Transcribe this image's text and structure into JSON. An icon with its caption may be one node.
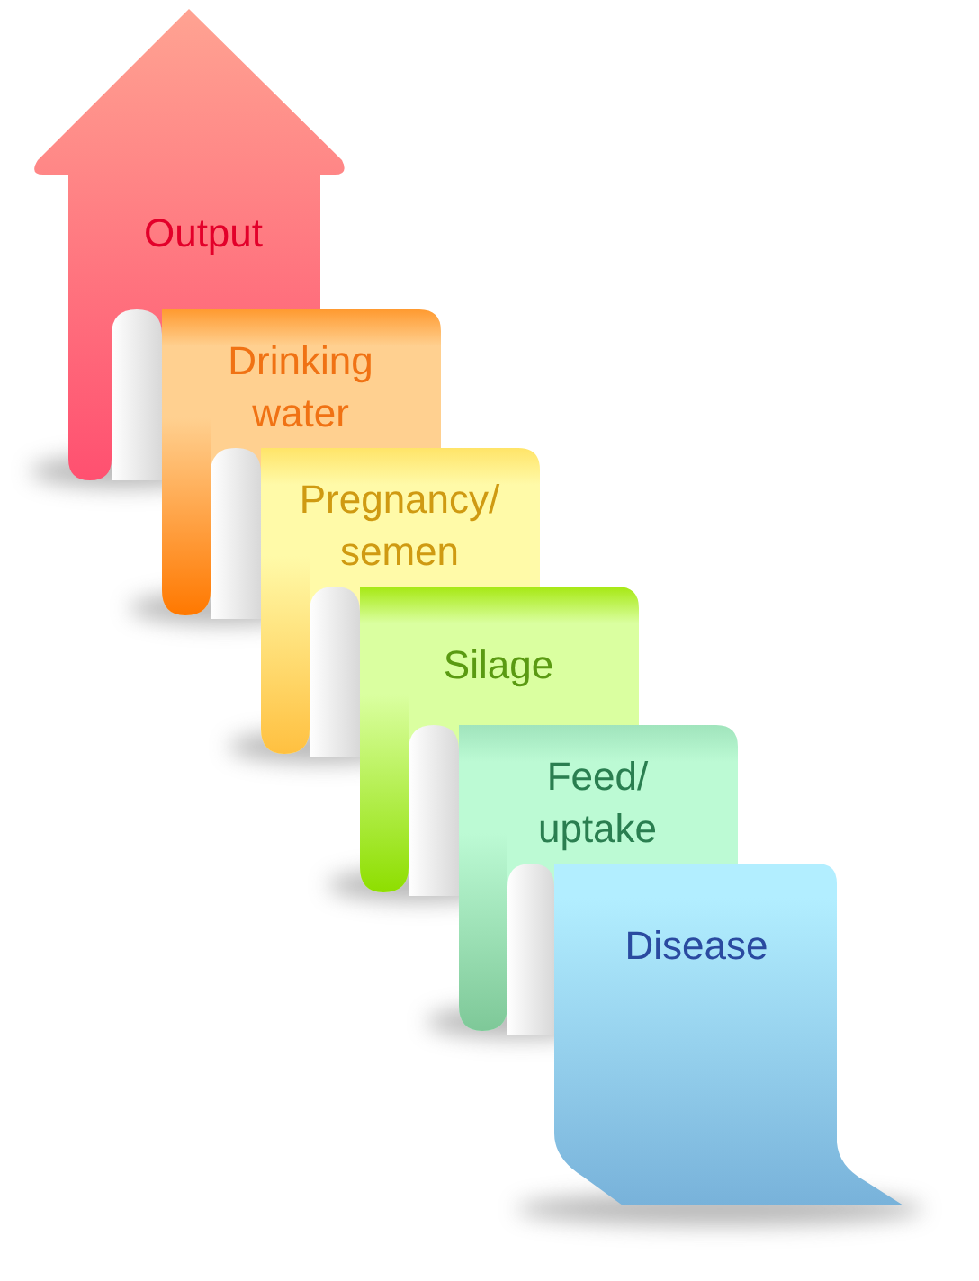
{
  "diagram": {
    "nodes": [
      {
        "text": [
          "Output"
        ]
      },
      {
        "text": [
          "Drinking water"
        ]
      },
      {
        "text": [
          "Pregnancy/ semen"
        ]
      },
      {
        "text": [
          "Silage"
        ]
      },
      {
        "text": [
          "Feed/ uptake"
        ]
      },
      {
        "text": [
          "Disease"
        ]
      }
    ]
  }
}
